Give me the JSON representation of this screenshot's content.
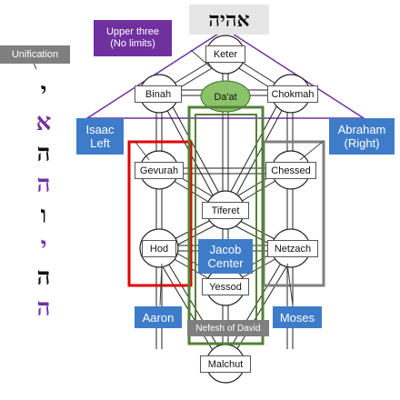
{
  "title_hebrew": "אהיה",
  "upper_three": {
    "line1": "Upper three",
    "line2": "(No limits)"
  },
  "unification": "Unification",
  "sefirot": {
    "keter": "Keter",
    "binah": "Binah",
    "daat": "Da'at",
    "chokmah": "Chokmah",
    "gevurah": "Gevurah",
    "chessed": "Chessed",
    "tiferet": "Tiferet",
    "hod": "Hod",
    "netzach": "Netzach",
    "yessod": "Yessod",
    "malchut": "Malchut"
  },
  "callouts": {
    "isaac": {
      "line1": "Isaac",
      "line2": "Left"
    },
    "abraham": {
      "line1": "Abraham",
      "line2": "(Right)"
    },
    "jacob": {
      "line1": "Jacob",
      "line2": "Center"
    },
    "aaron": "Aaron",
    "moses": "Moses",
    "nefesh": "Nefesh of David"
  },
  "unification_letters": [
    {
      "char": "י",
      "color": "#111111"
    },
    {
      "char": "א",
      "color": "#7030a0"
    },
    {
      "char": "ה",
      "color": "#111111"
    },
    {
      "char": "ה",
      "color": "#7030a0"
    },
    {
      "char": "ו",
      "color": "#111111"
    },
    {
      "char": "י",
      "color": "#7030a0"
    },
    {
      "char": "ה",
      "color": "#111111"
    },
    {
      "char": "ה",
      "color": "#7030a0"
    }
  ],
  "colors": {
    "purple": "#7030a0",
    "blue_callout": "#3e7cc9",
    "green_frame": "#538135",
    "red_frame": "#e00000",
    "gray_frame": "#7f7f7f",
    "daat_fill": "#8cc36a"
  }
}
